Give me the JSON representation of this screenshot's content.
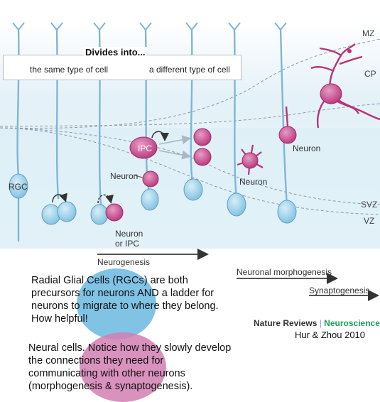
{
  "legend": {
    "title": "Divides into...",
    "same_type": "the same type of cell",
    "different_type": "a different type of cell"
  },
  "zones": {
    "mz": "MZ",
    "cp": "CP",
    "svz": "SVZ",
    "vz": "VZ"
  },
  "labels": {
    "rgc": "RGC",
    "ipc": "IPC",
    "neuron_left": "Neuron",
    "neuron_or_ipc_line1": "Neuron",
    "neuron_or_ipc_line2": "or IPC",
    "neuron_mid": "Neuron",
    "neuron_right": "Neuron"
  },
  "timeline": {
    "neurogenesis": "Neurogenesis",
    "morphogenesis": "Neuronal morphogenesis",
    "synaptogenesis": "Synaptogenesis"
  },
  "descriptions": {
    "rgc": "Radial Glial Cells (RGCs) are both precursors for neurons AND a ladder for neurons to migrate to where they belong. How helpful!",
    "neural": "Neural cells. Notice how they slowly develop the connections they need for communicating with other neurons (morphogenesis & synaptogenesis)."
  },
  "credit": {
    "journal": "Nature Reviews",
    "separator": " | ",
    "section": "Neuroscience",
    "citation": "Hur & Zhou 2010"
  },
  "colors": {
    "rgc_blue": "#8ecae6",
    "neuron_pink": "#c8468a",
    "highlight_blue": "#6ab8e0",
    "highlight_pink": "#d27fb2",
    "neuroscience_green": "#1aa15a"
  }
}
